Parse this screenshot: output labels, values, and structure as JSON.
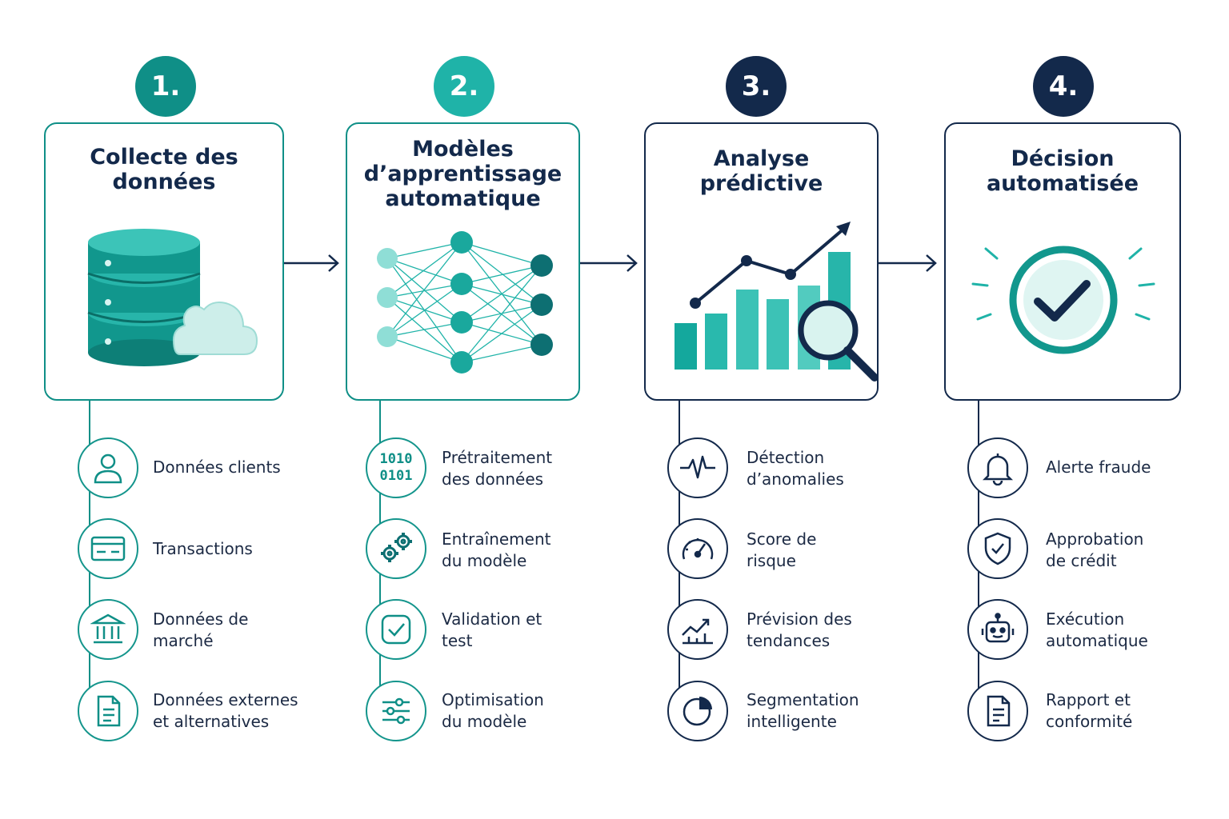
{
  "colors": {
    "teal_dark": "#0f8f87",
    "teal": "#1fb3a8",
    "teal_light": "#7fd8d0",
    "navy": "#13294b"
  },
  "steps": [
    {
      "number": "1.",
      "title": "Collecte des\ndonnées",
      "illustration": "database-cloud-icon",
      "items": [
        {
          "icon": "user-icon",
          "label": "Données clients"
        },
        {
          "icon": "credit-card-icon",
          "label": "Transactions"
        },
        {
          "icon": "bank-icon",
          "label": "Données de\nmarché"
        },
        {
          "icon": "document-icon",
          "label": "Données externes\net alternatives"
        }
      ]
    },
    {
      "number": "2.",
      "title": "Modèles\nd’apprentissage\nautomatique",
      "illustration": "neural-network-icon",
      "items": [
        {
          "icon": "binary-icon",
          "label": "Prétraitement\ndes données",
          "icon_text": "1010\n0101"
        },
        {
          "icon": "gears-icon",
          "label": "Entraînement\ndu modèle"
        },
        {
          "icon": "check-square-icon",
          "label": "Validation et\ntest"
        },
        {
          "icon": "sliders-icon",
          "label": "Optimisation\ndu modèle"
        }
      ]
    },
    {
      "number": "3.",
      "title": "Analyse\nprédictive",
      "illustration": "bar-chart-magnifier-icon",
      "items": [
        {
          "icon": "pulse-icon",
          "label": "Détection\nd’anomalies"
        },
        {
          "icon": "gauge-icon",
          "label": "Score de\nrisque"
        },
        {
          "icon": "trend-chart-icon",
          "label": "Prévision des\ntendances"
        },
        {
          "icon": "pie-chart-icon",
          "label": "Segmentation\nintelligente"
        }
      ]
    },
    {
      "number": "4.",
      "title": "Décision\nautomatisée",
      "illustration": "check-circle-icon",
      "items": [
        {
          "icon": "bell-icon",
          "label": "Alerte fraude"
        },
        {
          "icon": "shield-check-icon",
          "label": "Approbation\nde crédit"
        },
        {
          "icon": "robot-icon",
          "label": "Exécution\nautomatique"
        },
        {
          "icon": "report-icon",
          "label": "Rapport et\nconformité"
        }
      ]
    }
  ]
}
